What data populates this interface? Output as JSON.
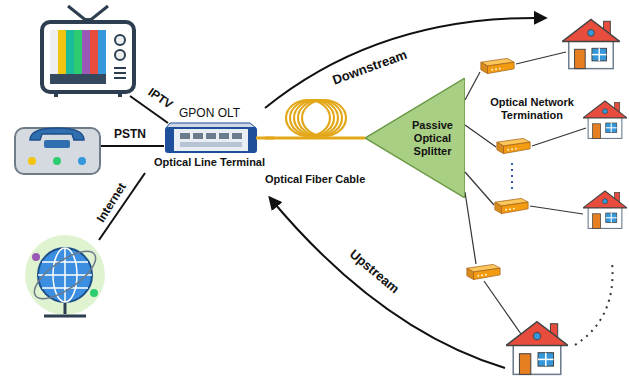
{
  "diagram": {
    "nodes": [
      {
        "text": [
          "GPON OLT",
          "Optical Line Terminal"
        ]
      },
      {
        "text": [
          "Passive Optical Splitter"
        ]
      }
    ],
    "edges": [
      {
        "from": 0,
        "to": 1,
        "label": "Optical Fiber Cable",
        "arrow": "none"
      }
    ],
    "labels": [
      "IPTV",
      "PSTN",
      "Internet",
      "Downstream",
      "Upstream",
      "Optical Network Termination"
    ]
  }
}
